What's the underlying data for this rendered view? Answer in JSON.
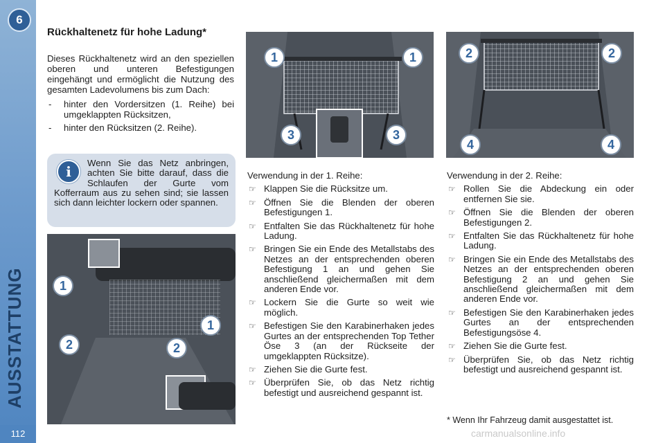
{
  "sidebar": {
    "chapter": "6",
    "section_title": "AUSSTATTUNG",
    "page_number": "112"
  },
  "heading": "Rückhaltenetz für hohe Ladung*",
  "intro": "Dieses Rückhaltenetz wird an den speziellen oberen und unteren Befestigungen eingehängt und ermöglicht die Nutzung des gesamten Ladevolumens bis zum Dach:",
  "positions": [
    "hinter den Vordersitzen (1. Reihe) bei umgeklappten Rücksitzen,",
    "hinter den Rücksitzen (2. Reihe)."
  ],
  "info_text": "Wenn Sie das Netz anbringen, achten Sie bitte darauf, dass die Schlaufen der Gurte vom Kofferraum aus zu sehen sind; sie lassen sich dann leichter lockern oder spannen.",
  "figures": {
    "top_left_labels": [
      "1",
      "1",
      "3",
      "3"
    ],
    "top_right_labels": [
      "2",
      "2",
      "4",
      "4"
    ],
    "bottom_left_labels": [
      "1",
      "1",
      "2",
      "2"
    ]
  },
  "row1": {
    "title": "Verwendung in der 1. Reihe:",
    "steps": [
      "Klappen Sie die Rücksitze um.",
      "Öffnen Sie die Blenden der oberen Befestigungen 1.",
      "Entfalten Sie das Rückhaltenetz für hohe Ladung.",
      "Bringen Sie ein Ende des Metallstabs des Netzes an der entsprechenden oberen Befestigung 1 an und gehen Sie anschließend gleichermaßen mit dem anderen Ende vor.",
      "Lockern Sie die Gurte so weit wie möglich.",
      "Befestigen Sie den Karabinerhaken jedes Gurtes an der entsprechenden Top Tether Öse 3 (an der Rückseite der umgeklappten Rücksitze).",
      "Ziehen Sie die Gurte fest.",
      "Überprüfen Sie, ob das Netz richtig befestigt und ausreichend gespannt ist."
    ]
  },
  "row2": {
    "title": "Verwendung in der 2. Reihe:",
    "steps": [
      "Rollen Sie die Abdeckung ein oder entfernen Sie sie.",
      "Öffnen Sie die Blenden der oberen Befestigungen 2.",
      "Entfalten Sie das Rückhaltenetz für hohe Ladung.",
      "Bringen Sie ein Ende des Metallstabs des Netzes an der entsprechenden oberen Befestigung 2 an und gehen Sie anschließend gleichermaßen mit dem anderen Ende vor.",
      "Befestigen Sie den Karabinerhaken jedes Gurtes an der entsprechenden Befestigungsöse 4.",
      "Ziehen Sie die Gurte fest.",
      "Überprüfen Sie, ob das Netz richtig befestigt und ausreichend gespannt ist."
    ]
  },
  "bullet_glyph": "☞",
  "footnote": "* Wenn Ihr Fahrzeug damit ausgestattet ist.",
  "watermark": "carmanualsonline.info"
}
